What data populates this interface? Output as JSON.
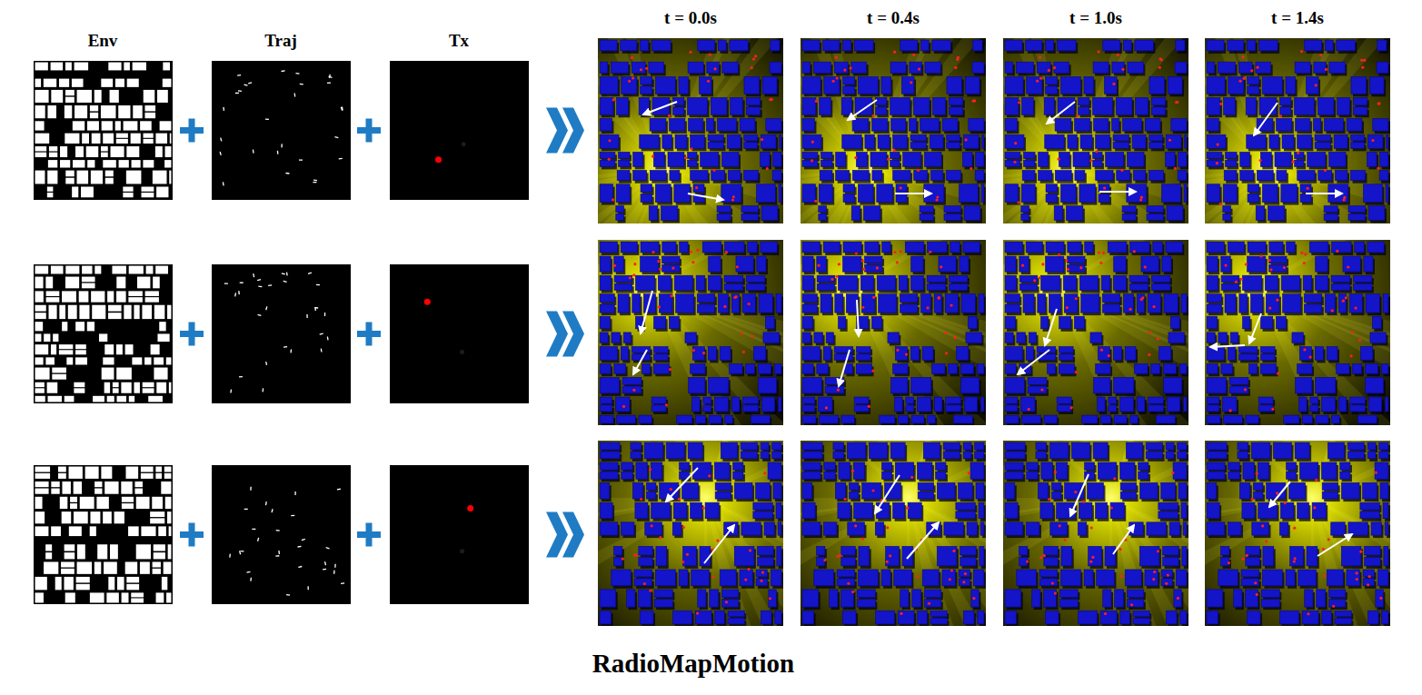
{
  "diagram": {
    "caption": "RadioMapMotion",
    "labels": [
      "Env",
      "Traj",
      "Tx",
      "t = 0.0s",
      "t = 0.4s",
      "t = 1.0s",
      "t = 1.4s"
    ]
  }
}
